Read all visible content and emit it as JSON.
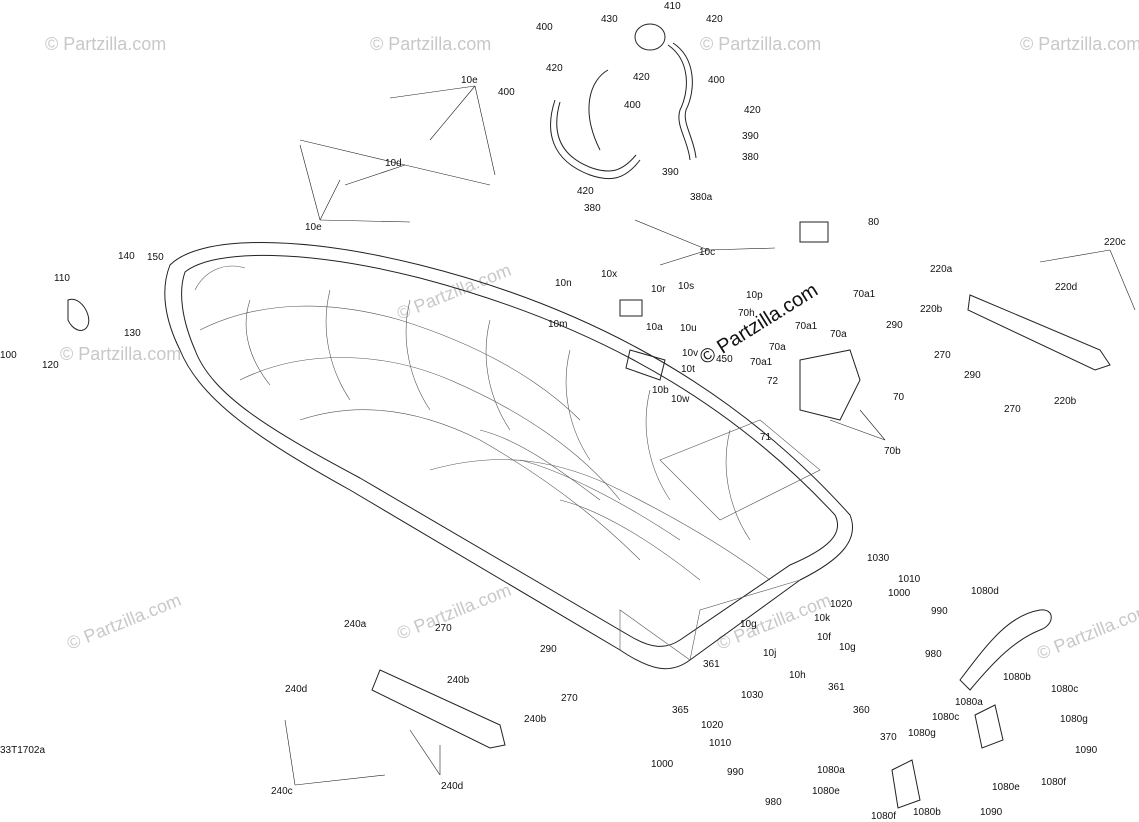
{
  "diagram_id": "33T1702a",
  "watermarks": {
    "small": "© Partzilla.com",
    "big": "© Partzilla.com"
  },
  "callouts": [
    "430",
    "410",
    "420",
    "400",
    "420",
    "420",
    "400",
    "400",
    "400",
    "420",
    "390",
    "380",
    "420",
    "390",
    "380",
    "380a",
    "10e",
    "10d",
    "10e",
    "80",
    "10c",
    "220c",
    "220a",
    "220d",
    "140",
    "150",
    "110",
    "100",
    "120",
    "130",
    "10n",
    "10x",
    "10r",
    "10s",
    "10m",
    "10p",
    "70h",
    "70a1",
    "70a1",
    "70a",
    "70a",
    "70a1",
    "290",
    "220b",
    "270",
    "290",
    "270",
    "220b",
    "10a",
    "10u",
    "10v",
    "10t",
    "10b",
    "10w",
    "450",
    "72",
    "71",
    "70",
    "70b",
    "1030",
    "1010",
    "1020",
    "1000",
    "990",
    "980",
    "1080d",
    "240a",
    "270",
    "290",
    "270",
    "240b",
    "240d",
    "240b",
    "240d",
    "240c",
    "10g",
    "10k",
    "10f",
    "10j",
    "10g",
    "10h",
    "361",
    "361",
    "365",
    "360",
    "1030",
    "1020",
    "370",
    "1010",
    "1000",
    "990",
    "980",
    "1080b",
    "1080c",
    "1080a",
    "1080g",
    "1080c",
    "1090",
    "1080g",
    "1080a",
    "1080e",
    "1080f",
    "1080e",
    "1080b",
    "1090",
    "1080f"
  ]
}
